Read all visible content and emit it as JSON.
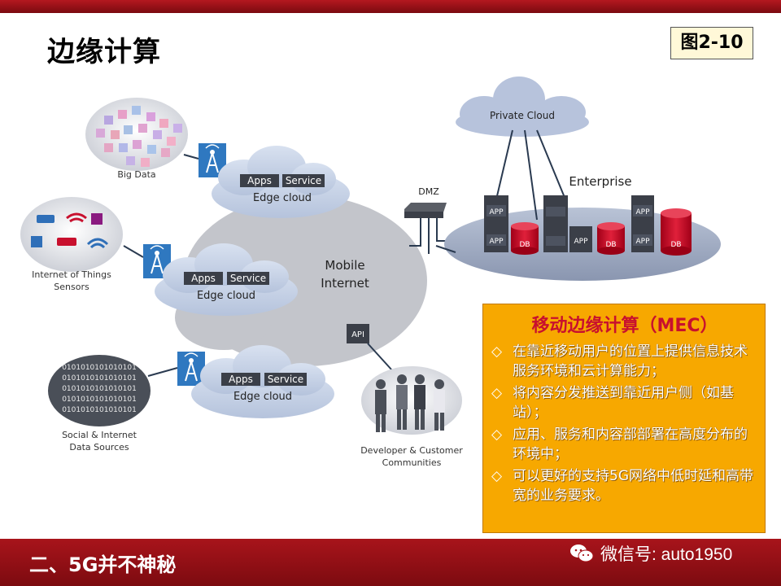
{
  "slide": {
    "title": "边缘计算",
    "figure_label": "图2-10",
    "footer_text": "二、5G并不神秘",
    "wechat_text": "微信号: auto1950"
  },
  "diagram": {
    "big_data_label": "Big Data",
    "iot_label_line1": "Internet of Things",
    "iot_label_line2": "Sensors",
    "social_label_line1": "Social & Internet",
    "social_label_line2": "Data Sources",
    "edge_cloud_label": "Edge cloud",
    "apps_label": "Apps",
    "service_label": "Service",
    "mobile_internet_line1": "Mobile",
    "mobile_internet_line2": "Internet",
    "dmz_label": "DMZ",
    "api_label": "API",
    "private_cloud_label": "Private Cloud",
    "enterprise_label": "Enterprise",
    "app_label": "APP",
    "db_label": "DB",
    "developer_line1": "Developer & Customer",
    "developer_line2": "Communities",
    "binary_text": "0101010101010101"
  },
  "mec": {
    "title": "移动边缘计算（MEC）",
    "bullet": "◇",
    "items": [
      "在靠近移动用户的位置上提供信息技术服务环境和云计算能力；",
      "将内容分发推送到靠近用户侧（如基站）；",
      "应用、服务和内容部部署在高度分布的环境中；",
      "可以更好的支持5G网络中低时延和高带宽的业务要求。"
    ]
  },
  "colors": {
    "accent_red": "#b41820",
    "mec_orange": "#f7a800",
    "cloud_gray": "#c5c9d2",
    "edge_cloud_blue": "#c7d3e8",
    "tower_blue": "#2f78c0"
  }
}
